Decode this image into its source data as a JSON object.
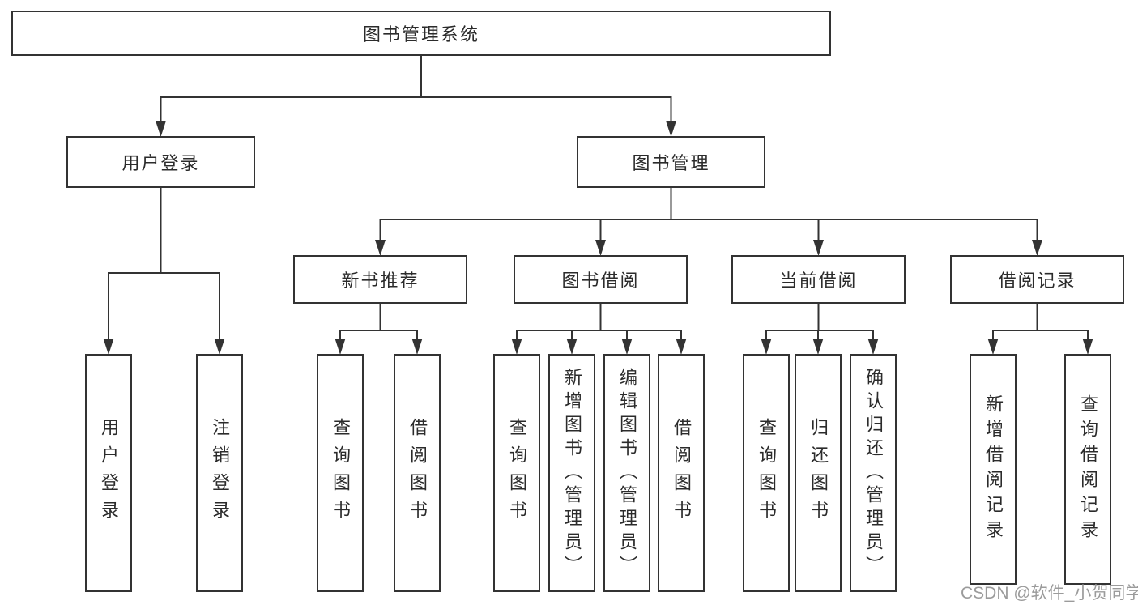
{
  "tree": {
    "label": "图书管理系统",
    "children": [
      {
        "label": "用户登录",
        "children": [
          {
            "label": "用户登录"
          },
          {
            "label": "注销登录"
          }
        ]
      },
      {
        "label": "图书管理",
        "children": [
          {
            "label": "新书推荐",
            "children": [
              {
                "label": "查询图书"
              },
              {
                "label": "借阅图书"
              }
            ]
          },
          {
            "label": "图书借阅",
            "children": [
              {
                "label": "查询图书"
              },
              {
                "label": "新增图书（管理员）"
              },
              {
                "label": "编辑图书（管理员）"
              },
              {
                "label": "借阅图书"
              }
            ]
          },
          {
            "label": "当前借阅",
            "children": [
              {
                "label": "查询图书"
              },
              {
                "label": "归还图书"
              },
              {
                "label": "确认归还（管理员）"
              }
            ]
          },
          {
            "label": "借阅记录",
            "children": [
              {
                "label": "新增借阅记录"
              },
              {
                "label": "查询借阅记录"
              }
            ]
          }
        ]
      }
    ]
  },
  "watermark": "CSDN @软件_小贺同学",
  "colors": {
    "line": "#333333",
    "box_border": "#333333",
    "text": "#2b2b2b",
    "watermark": "#9b9b9b",
    "background": "#ffffff"
  }
}
